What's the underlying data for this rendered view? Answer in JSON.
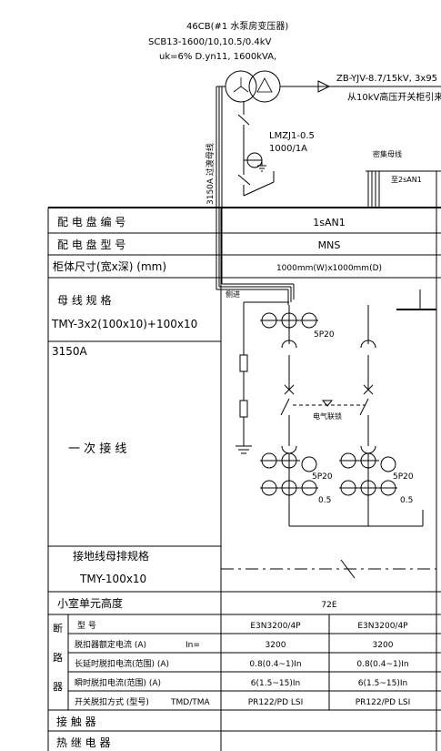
{
  "transformer": {
    "name": "46CB(#1 水泵房变压器)",
    "model": "SCB13-1600/10,10.5/0.4kV",
    "params": "uk=6% D.yn11, 1600kVA,"
  },
  "incoming": {
    "cable": "ZB-YJV-8.7/15kV, 3x95",
    "source": "从10kV高压开关柜引来"
  },
  "ct": {
    "model": "LMZJ1-0.5",
    "ratio": "1000/1A"
  },
  "labels": {
    "busduct_vertical": "3150A 过渡母线",
    "dense_bus": "密集母线",
    "to_panel": "至2sAN1",
    "side_entry": "侧进",
    "interlock": "电气联锁",
    "spd_1": "5P20",
    "spd_2": "5P20",
    "ct_small_1": "0.5",
    "ct_small_2": "0.5",
    "ct_top_right": "5P20"
  },
  "table": {
    "panel_no_label": "配 电 盘 编 号",
    "panel_no": "1sAN1",
    "panel_type_label": "配 电 盘 型 号",
    "panel_type": "MNS",
    "size_label": "柜体尺寸(宽x深) (mm)",
    "size": "1000mm(W)x1000mm(D)",
    "busbar_label": "母 线 规 格",
    "busbar_spec": "TMY-3x2(100x10)+100x10",
    "busbar_rating": "3150A",
    "primary_label": "一 次 接 线",
    "ground_label": "接地线母排规格",
    "ground_spec": "TMY-100x10",
    "cell_height_label": "小室单元高度",
    "cell_height": "72E",
    "breaker_group": "断路器",
    "breaker_group_chars": [
      "断",
      "路",
      "器"
    ],
    "rows": [
      {
        "label": "型 号",
        "extra": "",
        "c1": "E3N3200/4P",
        "c2": "E3N3200/4P"
      },
      {
        "label": "脱扣器额定电流 (A)",
        "extra": "In=",
        "c1": "3200",
        "c2": "3200"
      },
      {
        "label": "长延时脱扣电流(范围) (A)",
        "extra": "",
        "c1": "0.8(0.4~1)In",
        "c2": "0.8(0.4~1)In"
      },
      {
        "label": "瞬时脱扣电流(范围) (A)",
        "extra": "",
        "c1": "6(1.5~15)In",
        "c2": "6(1.5~15)In"
      },
      {
        "label": "开关脱扣方式 (型号)",
        "extra": "TMD/TMA",
        "c1": "PR122/PD LSI",
        "c2": "PR122/PD LSI"
      }
    ],
    "contactor_label": "接 触 器",
    "relay_label": "热 继 电 器"
  }
}
